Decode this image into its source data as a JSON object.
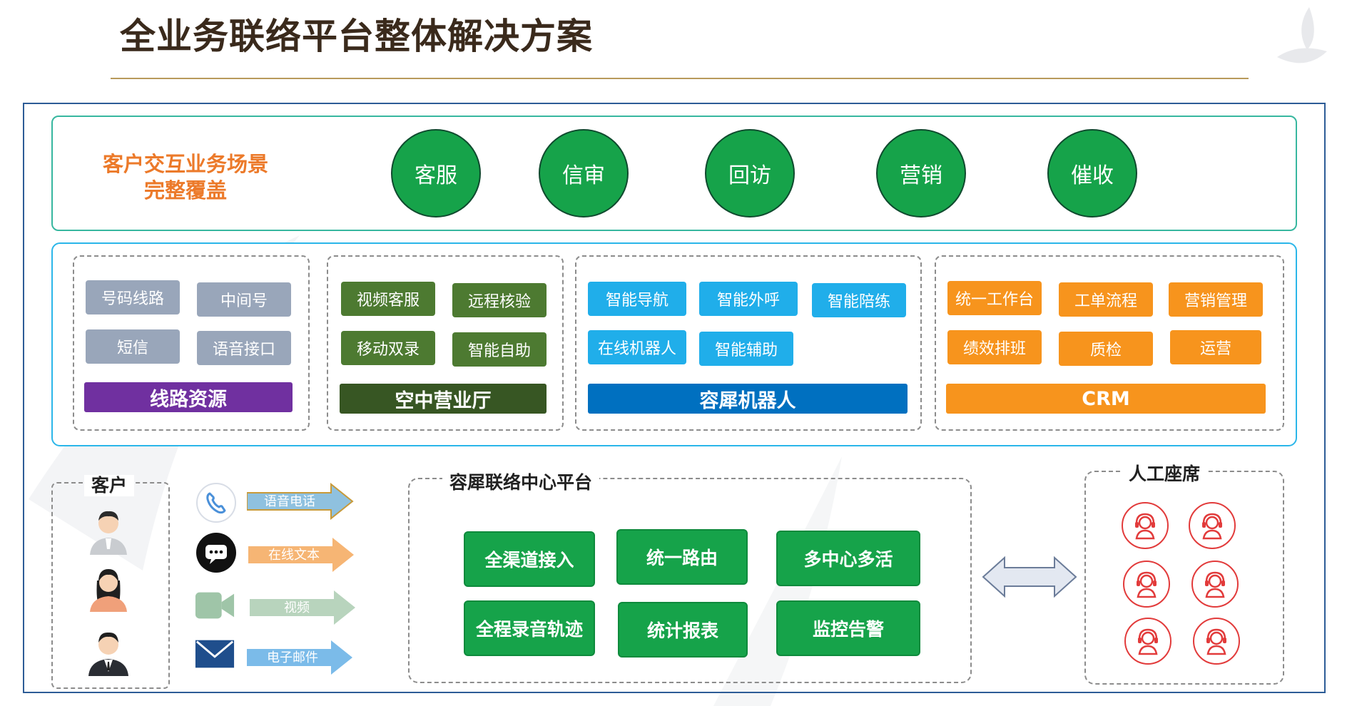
{
  "title": "全业务联络平台整体解决方案",
  "scenes": {
    "title_line1": "客户交互业务场景",
    "title_line2": "完整覆盖",
    "items": [
      "客服",
      "信审",
      "回访",
      "营销",
      "催收"
    ]
  },
  "capability_groups": [
    {
      "name": "线路资源",
      "color": "#7030a0",
      "chips": [
        "号码线路",
        "中间号",
        "短信",
        "语音接口"
      ]
    },
    {
      "name": "空中营业厅",
      "color": "#375623",
      "chips": [
        "视频客服",
        "远程核验",
        "移动双录",
        "智能自助"
      ]
    },
    {
      "name": "容犀机器人",
      "color": "#0070c0",
      "chips": [
        "智能导航",
        "智能外呼",
        "智能陪练",
        "在线机器人",
        "智能辅助"
      ]
    },
    {
      "name": "CRM",
      "color": "#f7941d",
      "chips": [
        "统一工作台",
        "工单流程",
        "营销管理",
        "绩效排班",
        "质检",
        "运营"
      ]
    }
  ],
  "customers": {
    "label": "客户"
  },
  "channels": [
    {
      "label": "语音电话",
      "icon": "phone-icon"
    },
    {
      "label": "在线文本",
      "icon": "chat-icon"
    },
    {
      "label": "视频",
      "icon": "video-camera-icon"
    },
    {
      "label": "电子邮件",
      "icon": "email-icon"
    }
  ],
  "platform": {
    "title": "容犀联络中心平台",
    "items": [
      "全渠道接入",
      "统一路由",
      "多中心多活",
      "全程录音轨迹",
      "统计报表",
      "监控告警"
    ]
  },
  "agents": {
    "label": "人工座席"
  },
  "colors": {
    "accent_green": "#16a34a",
    "scene_title": "#ec7a2a",
    "frame_blue": "#2d5c96"
  }
}
